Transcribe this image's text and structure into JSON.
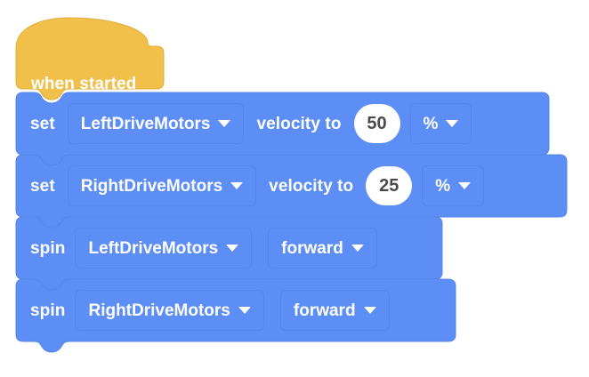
{
  "app": {
    "name": "VEXcode Blocks Workspace",
    "background_color": "#ffffff"
  },
  "colors": {
    "event_block": "#f0c04a",
    "event_block_border": "#e0ae3c",
    "motion_block": "#5c8ef5",
    "motion_block_border": "#5585e8",
    "field_border": "#5585e8",
    "field_text": "#ffffff",
    "number_field_bg": "#ffffff",
    "number_field_text": "#4a4a4a"
  },
  "program": {
    "title": "when started",
    "blocks": [
      {
        "id": "hat",
        "type": "event-hat",
        "label": "when started"
      },
      {
        "id": "set-left-velocity",
        "type": "set-velocity",
        "verb": "set",
        "device": "LeftDriveMotors",
        "mid_label": "velocity to",
        "value": "50",
        "unit": "%"
      },
      {
        "id": "set-right-velocity",
        "type": "set-velocity",
        "verb": "set",
        "device": "RightDriveMotors",
        "mid_label": "velocity to",
        "value": "25",
        "unit": "%"
      },
      {
        "id": "spin-left",
        "type": "spin",
        "verb": "spin",
        "device": "LeftDriveMotors",
        "direction": "forward"
      },
      {
        "id": "spin-right",
        "type": "spin",
        "verb": "spin",
        "device": "RightDriveMotors",
        "direction": "forward"
      }
    ]
  },
  "icons": {
    "dropdown_arrow": "chevron-down-icon"
  }
}
